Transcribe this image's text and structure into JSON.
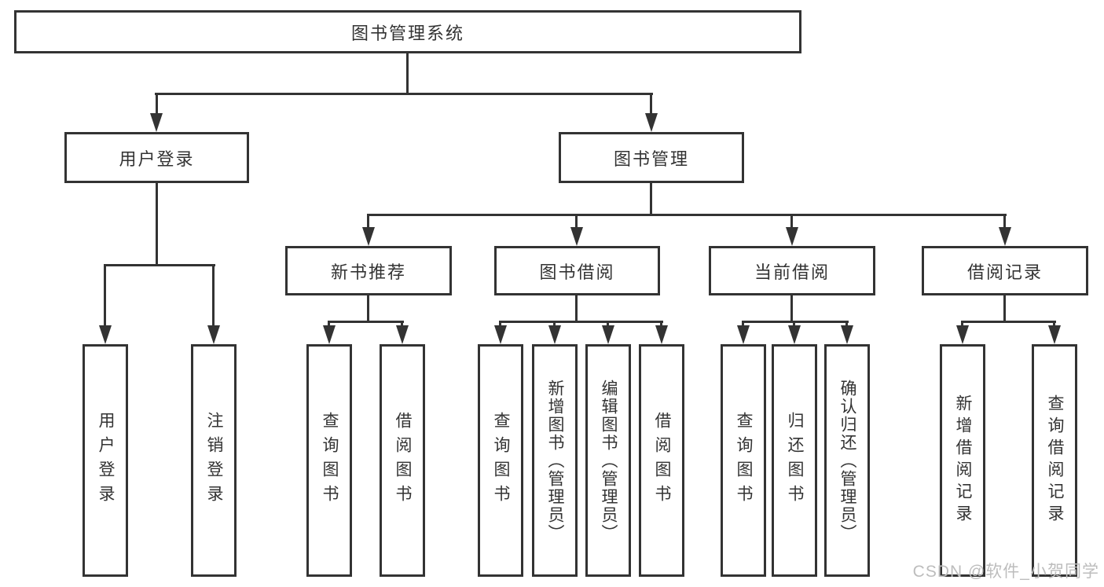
{
  "diagram_type": "tree",
  "tree": {
    "label": "图书管理系统",
    "children": [
      {
        "label": "用户登录",
        "children": [
          {
            "label": "用户登录"
          },
          {
            "label": "注销登录"
          }
        ]
      },
      {
        "label": "图书管理",
        "children": [
          {
            "label": "新书推荐",
            "children": [
              {
                "label": "查询图书"
              },
              {
                "label": "借阅图书"
              }
            ]
          },
          {
            "label": "图书借阅",
            "children": [
              {
                "label": "查询图书"
              },
              {
                "label": "新增图书（管理员）"
              },
              {
                "label": "编辑图书（管理员）"
              },
              {
                "label": "借阅图书"
              }
            ]
          },
          {
            "label": "当前借阅",
            "children": [
              {
                "label": "查询图书"
              },
              {
                "label": "归还图书"
              },
              {
                "label": "确认归还（管理员）"
              }
            ]
          },
          {
            "label": "借阅记录",
            "children": [
              {
                "label": "新增借阅记录"
              },
              {
                "label": "查询借阅记录"
              }
            ]
          }
        ]
      }
    ]
  },
  "watermark": {
    "text": "CSDN @软件_小贺同学"
  },
  "colors": {
    "line": "#333333",
    "text": "#333333",
    "box_fill": "#ffffff",
    "background": "#ffffff",
    "watermark": "#bdbdbd"
  }
}
